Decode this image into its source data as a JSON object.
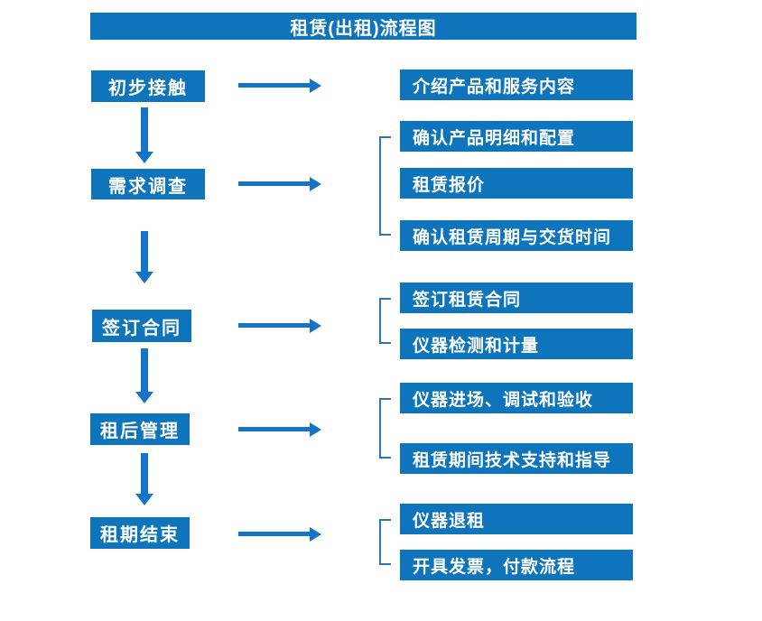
{
  "title": "租赁(出租)流程图",
  "colors": {
    "box_blue": "#0e74bc",
    "arrow_blue": "#1573c8",
    "bracket_blue": "#2e75b6",
    "text": "#ffffff",
    "background": "#ffffff"
  },
  "steps": [
    {
      "label": "初步接触",
      "details": [
        "介绍产品和服务内容"
      ]
    },
    {
      "label": "需求调查",
      "details": [
        "确认产品明细和配置",
        "租赁报价",
        "确认租赁周期与交货时间"
      ]
    },
    {
      "label": "签订合同",
      "details": [
        "签订租赁合同",
        "仪器检测和计量"
      ]
    },
    {
      "label": "租后管理",
      "details": [
        "仪器进场、调试和验收",
        "租赁期间技术支持和指导"
      ]
    },
    {
      "label": "租期结束",
      "details": [
        "仪器退租",
        "开具发票，付款流程"
      ]
    }
  ]
}
